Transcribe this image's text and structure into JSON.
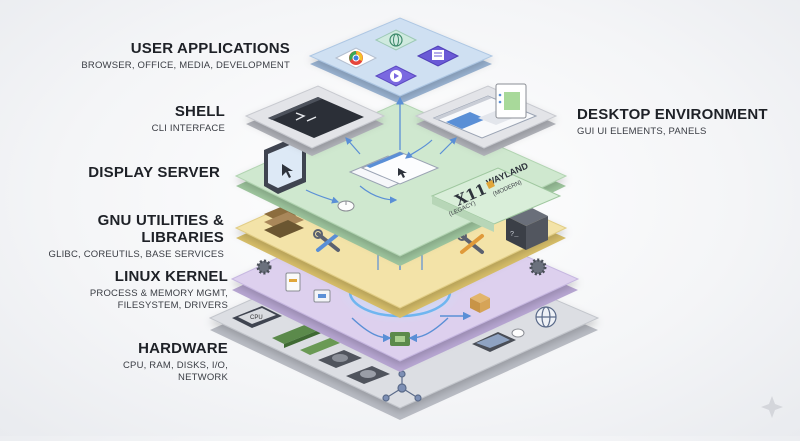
{
  "layers": {
    "user_applications": {
      "title": "USER APPLICATIONS",
      "subtitle": "BROWSER, OFFICE, MEDIA, DEVELOPMENT"
    },
    "shell": {
      "title": "SHELL",
      "subtitle": "CLI INTERFACE"
    },
    "desktop_environment": {
      "title": "DESKTOP ENVIRONMENT",
      "subtitle": "GUI UI ELEMENTS, PANELS"
    },
    "display_server": {
      "title": "DISPLAY SERVER",
      "x11_text": "X11",
      "x11_sub": "(LEGACY)",
      "wayland_text": "WAYLAND",
      "wayland_sub": "(MODERN)"
    },
    "gnu_utilities": {
      "title": "GNU UTILITIES & LIBRARIES",
      "subtitle": "GLIBC, COREUTILS, BASE SERVICES"
    },
    "linux_kernel": {
      "title": "LINUX KERNEL",
      "subtitle_line1": "PROCESS & MEMORY MGMT,",
      "subtitle_line2": "FILESYSTEM, DRIVERS"
    },
    "hardware": {
      "title": "HARDWARE",
      "subtitle": "CPU, RAM, DISKS, I/O, NETWORK",
      "cpu_label": "CPU"
    }
  },
  "colors": {
    "user_applications": "#cfe0f2",
    "shell": "#e3e4e8",
    "desktop_environment": "#e3e4e8",
    "display_server": "#cfe8cf",
    "gnu_utilities": "#f3e3a8",
    "linux_kernel": "#ddd0ee",
    "hardware": "#dcdee3"
  }
}
